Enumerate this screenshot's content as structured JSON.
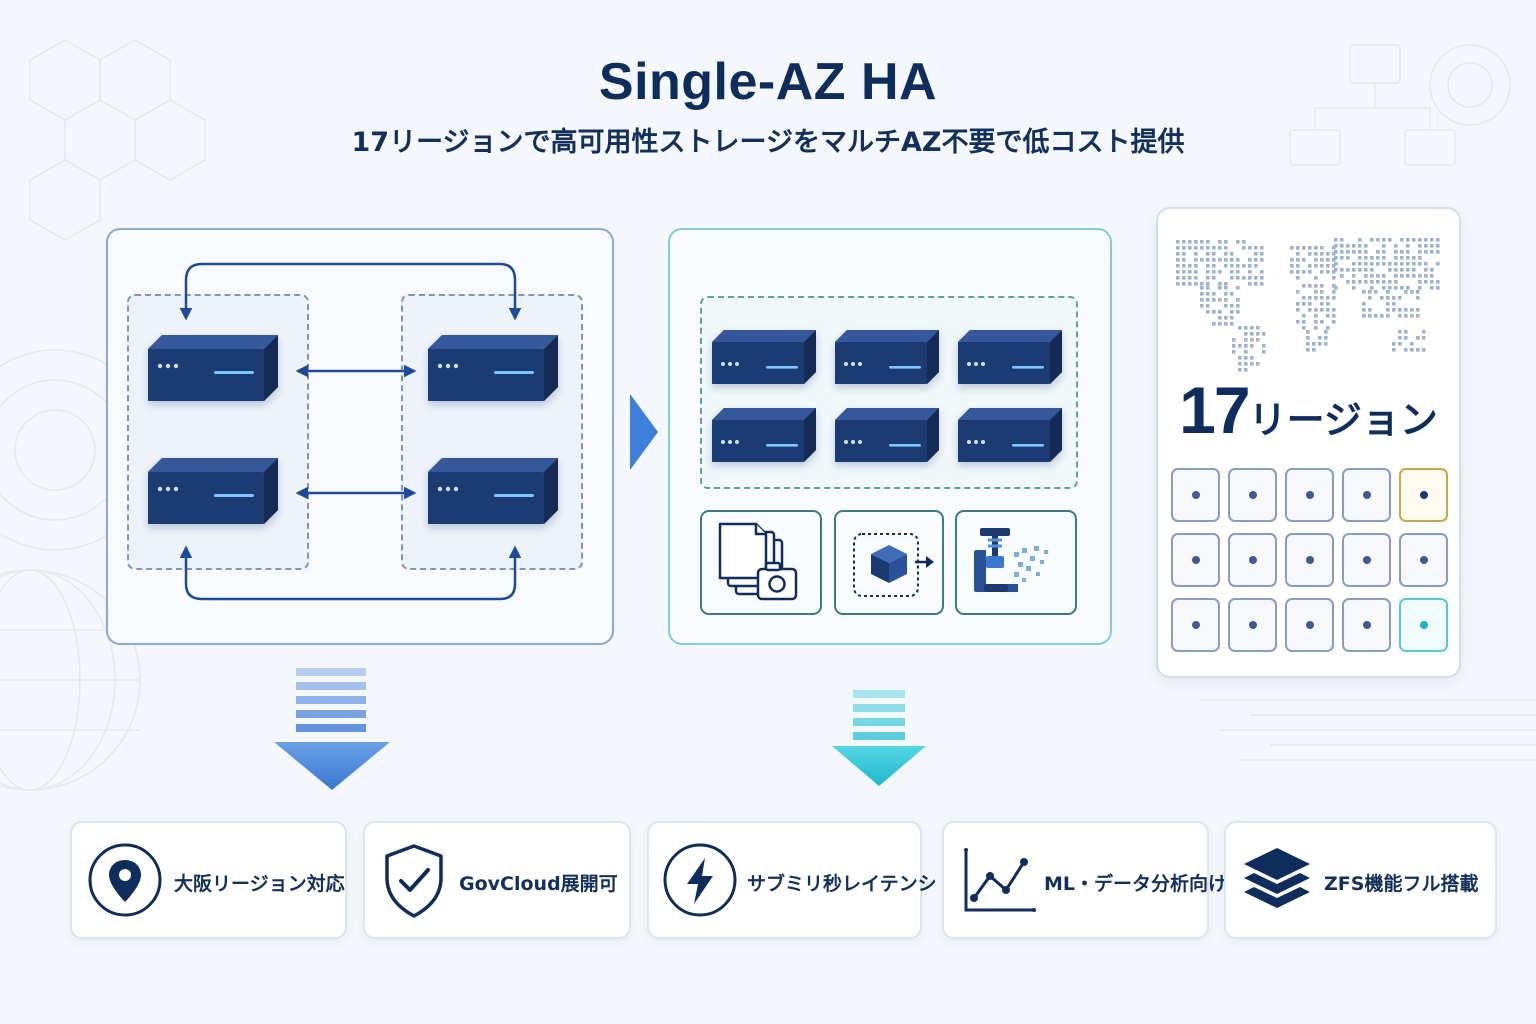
{
  "header": {
    "title": "Single-AZ HA",
    "subtitle": "17リージョンで高可用性ストレージをマルチAZ不要で低コスト提供"
  },
  "regions": {
    "count": "17",
    "unit": "リージョン",
    "grid": {
      "rows": 3,
      "cols": 5,
      "highlight_gold": "row1-col5",
      "highlight_teal": "row3-col5"
    }
  },
  "features": [
    {
      "label": "大阪リージョン対応",
      "icon": "location-pin-icon"
    },
    {
      "label": "GovCloud展開可",
      "icon": "shield-check-icon"
    },
    {
      "label": "サブミリ秒レイテンシ",
      "icon": "lightning-icon"
    },
    {
      "label": "ML・データ分析向け",
      "icon": "line-chart-icon"
    },
    {
      "label": "ZFS機能フル搭載",
      "icon": "layers-icon"
    }
  ],
  "colors": {
    "navy": "#0f2d5c",
    "server": "#1f3f78",
    "ha_border": "#8fa8d0",
    "storage_border": "#7fd0d6",
    "arrow_blue": "#4a86d8",
    "arrow_teal": "#2cc3d6",
    "gold": "#c9a64a"
  }
}
